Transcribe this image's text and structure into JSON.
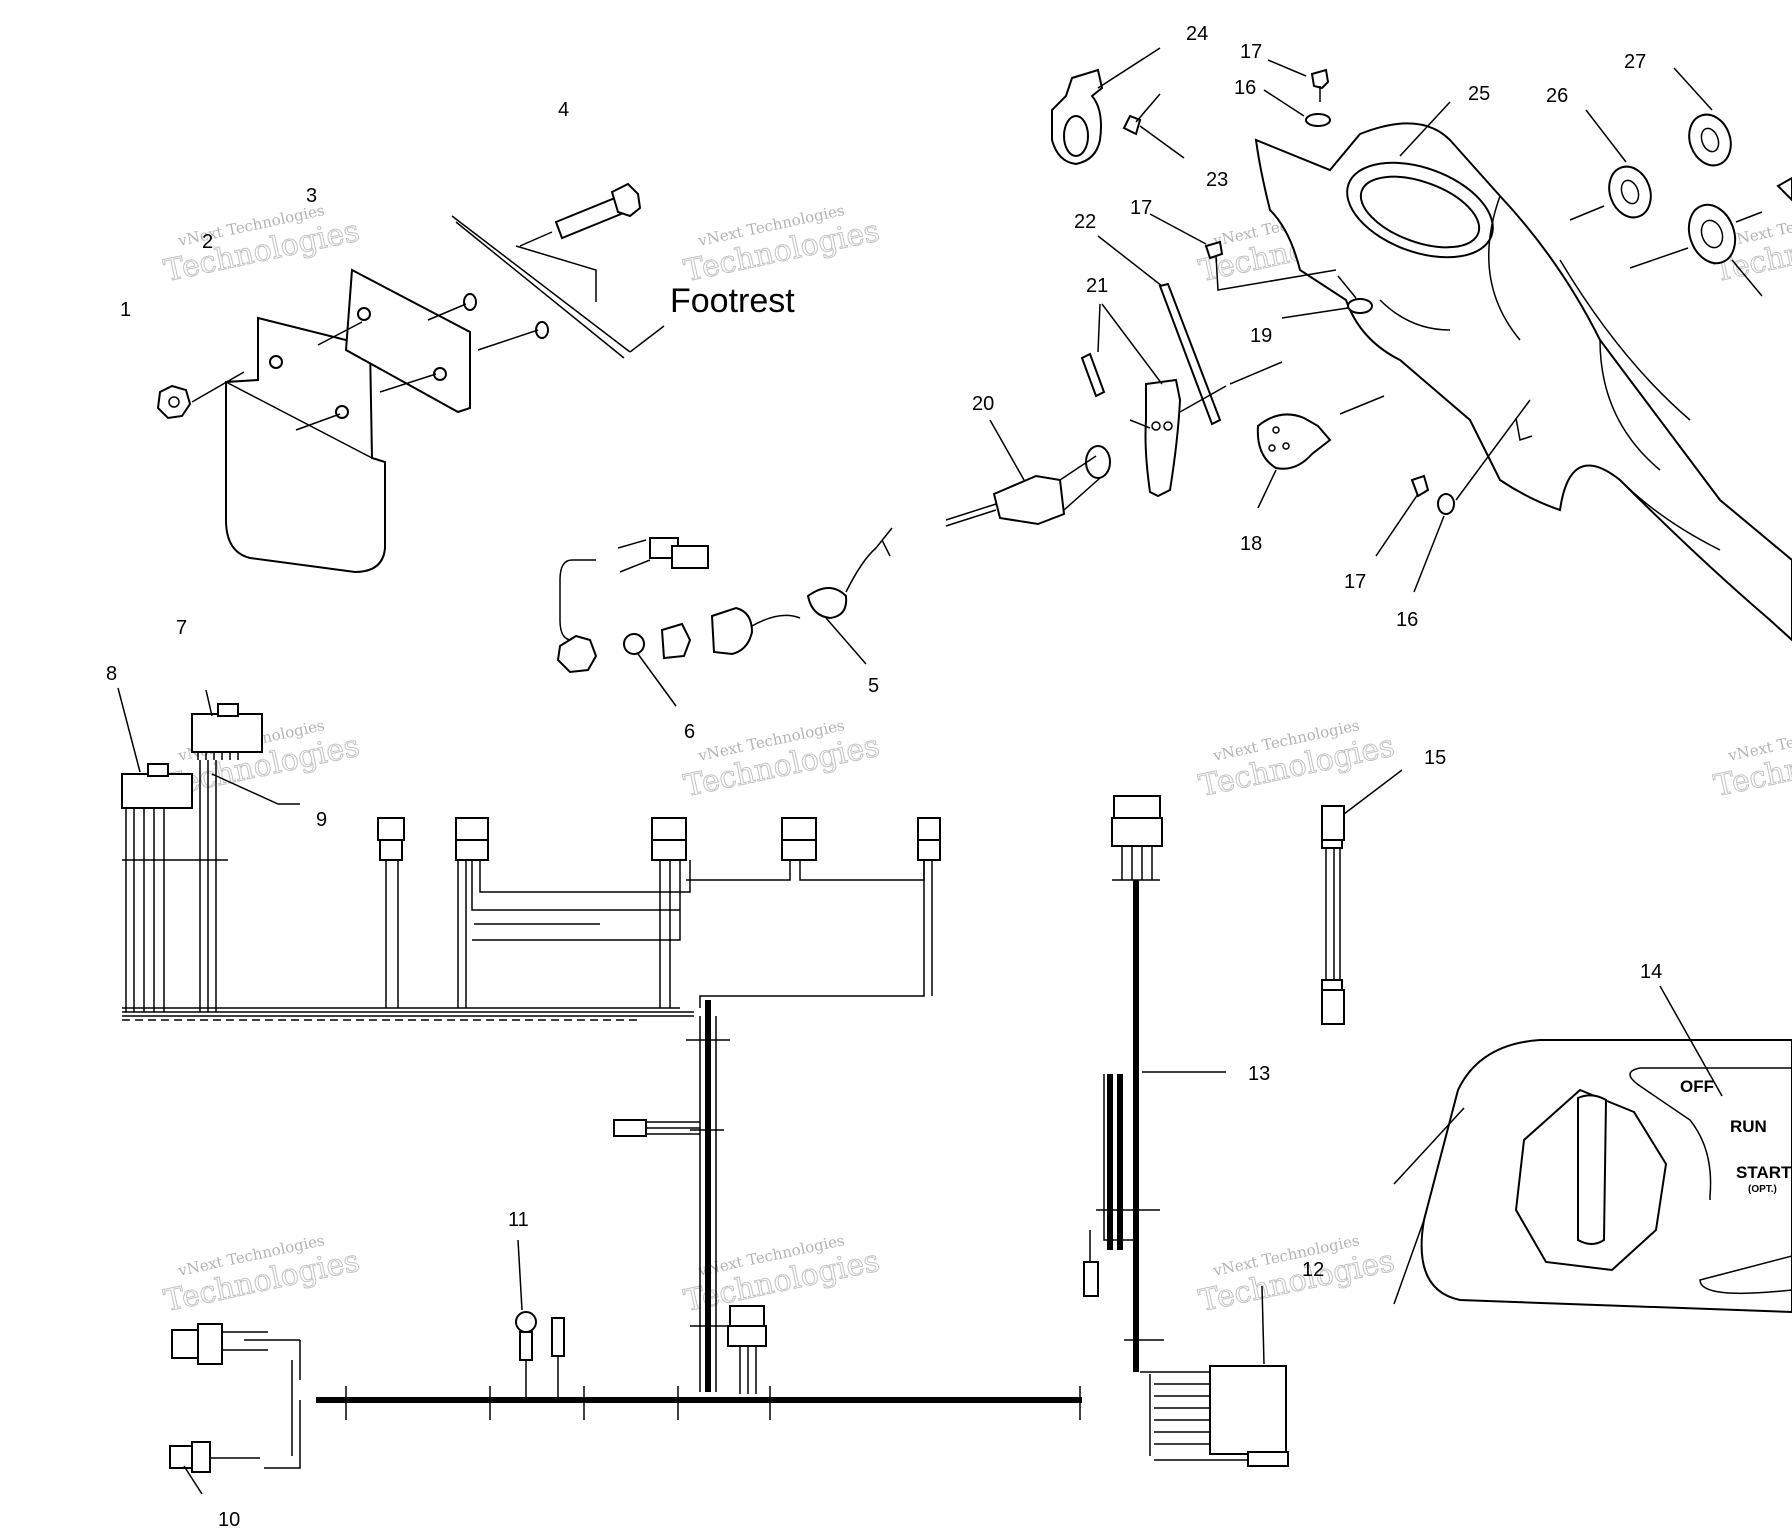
{
  "callouts": [
    {
      "id": "1",
      "label": "1"
    },
    {
      "id": "2",
      "label": "2"
    },
    {
      "id": "3",
      "label": "3"
    },
    {
      "id": "4",
      "label": "4"
    },
    {
      "id": "5",
      "label": "5"
    },
    {
      "id": "6",
      "label": "6"
    },
    {
      "id": "7",
      "label": "7"
    },
    {
      "id": "8",
      "label": "8"
    },
    {
      "id": "9",
      "label": "9"
    },
    {
      "id": "10",
      "label": "10"
    },
    {
      "id": "11",
      "label": "11"
    },
    {
      "id": "12",
      "label": "12"
    },
    {
      "id": "13",
      "label": "13"
    },
    {
      "id": "14",
      "label": "14"
    },
    {
      "id": "15",
      "label": "15"
    },
    {
      "id": "16a",
      "label": "16"
    },
    {
      "id": "16b",
      "label": "16"
    },
    {
      "id": "17a",
      "label": "17"
    },
    {
      "id": "17b",
      "label": "17"
    },
    {
      "id": "17c",
      "label": "17"
    },
    {
      "id": "18",
      "label": "18"
    },
    {
      "id": "19",
      "label": "19"
    },
    {
      "id": "20",
      "label": "20"
    },
    {
      "id": "21",
      "label": "21"
    },
    {
      "id": "22",
      "label": "22"
    },
    {
      "id": "23",
      "label": "23"
    },
    {
      "id": "24",
      "label": "24"
    },
    {
      "id": "25",
      "label": "25"
    },
    {
      "id": "26",
      "label": "26"
    },
    {
      "id": "27",
      "label": "27"
    }
  ],
  "footrest_label": "Footrest",
  "switch_panel": {
    "off": "OFF",
    "run": "RUN",
    "start": "START",
    "opt": "(OPT.)"
  },
  "watermark": {
    "line1": "vNext Technologies",
    "line2": "Technologies"
  }
}
